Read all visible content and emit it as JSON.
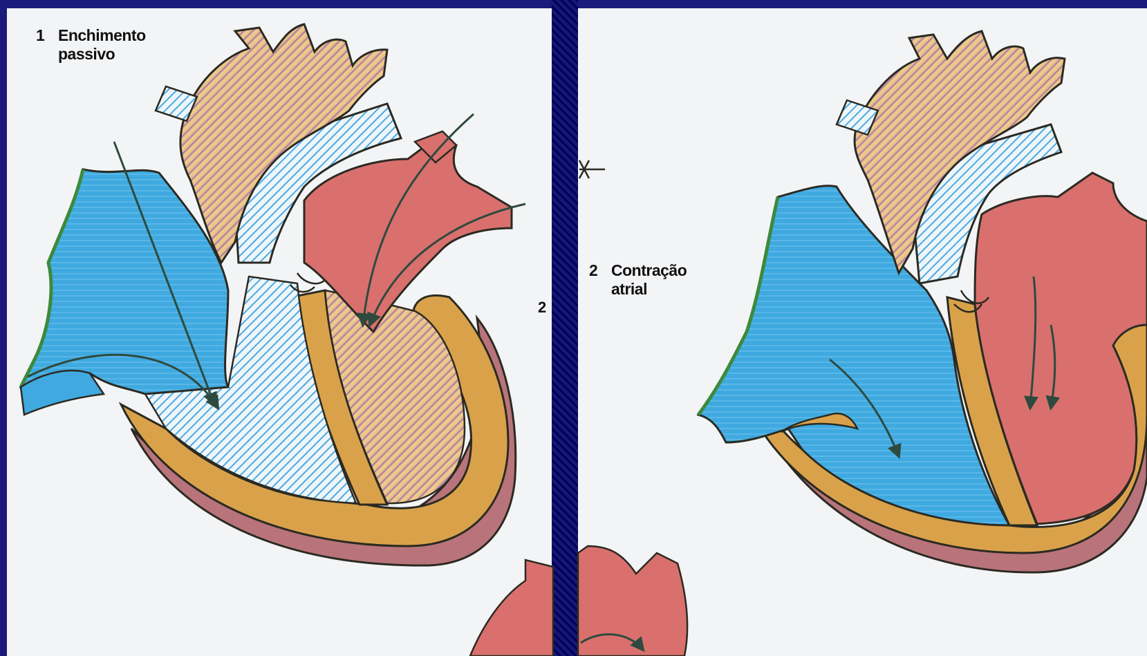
{
  "panels": [
    {
      "number": "1",
      "line1": "Enchimento",
      "line2": "passivo"
    },
    {
      "number": "2",
      "line1": "Contração",
      "line2": "atrial"
    }
  ],
  "stray_label": "2",
  "colors": {
    "frame": "#1a1a7a",
    "paper": "#f3f4f6",
    "venous_blue": "#3fa9e0",
    "arterial_red": "#d9706e",
    "muscle_tan": "#d9a24a",
    "outline": "#2b2a22",
    "epicardium_pink": "#b8747a",
    "border_green": "#3c8a3c"
  }
}
